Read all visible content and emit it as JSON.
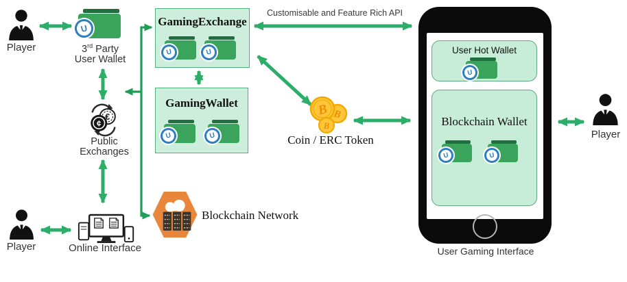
{
  "edges": {
    "api_label": "Customisable and Feature Rich API"
  },
  "nodes": {
    "player_top_left": {
      "label": "Player"
    },
    "player_bottom_left": {
      "label": "Player"
    },
    "player_right": {
      "label": "Player"
    },
    "third_party_wallet": {
      "num": "3",
      "sup": "rd",
      "rest": " Party",
      "line2": "User Wallet"
    },
    "public_exchanges": {
      "line1": "Public",
      "line2": "Exchanges"
    },
    "online_interface": {
      "label": "Online Interface"
    },
    "gaming_exchange": {
      "title": "GamingExchange"
    },
    "gaming_wallet": {
      "title": "GamingWallet"
    },
    "blockchain_network": {
      "label": "Blockchain Network"
    },
    "coin_token": {
      "label": "Coin / ERC Token"
    },
    "phone": {
      "hot_wallet_title": "User Hot Wallet",
      "blockchain_wallet_title": "Blockchain Wallet",
      "caption": "User Gaming Interface"
    }
  },
  "icons": {
    "wallet_badge_letter": "U",
    "coin_letter": "B",
    "cent_symbol": "¢",
    "euro_symbol": "€"
  },
  "colors": {
    "arrow_green": "#2CAE68",
    "line_green": "#1F9E58",
    "box_fill": "#CDEEDD",
    "box_border": "#4FB07C",
    "phone_box_fill": "#C7ECD8",
    "wallet_green": "#3AA45C",
    "wallet_flap": "#20703F",
    "badge_blue": "#2E7FC2",
    "hexagon_orange": "#E8873C",
    "coin_gold": "#FFC63B",
    "coin_ring": "#F2A900"
  }
}
